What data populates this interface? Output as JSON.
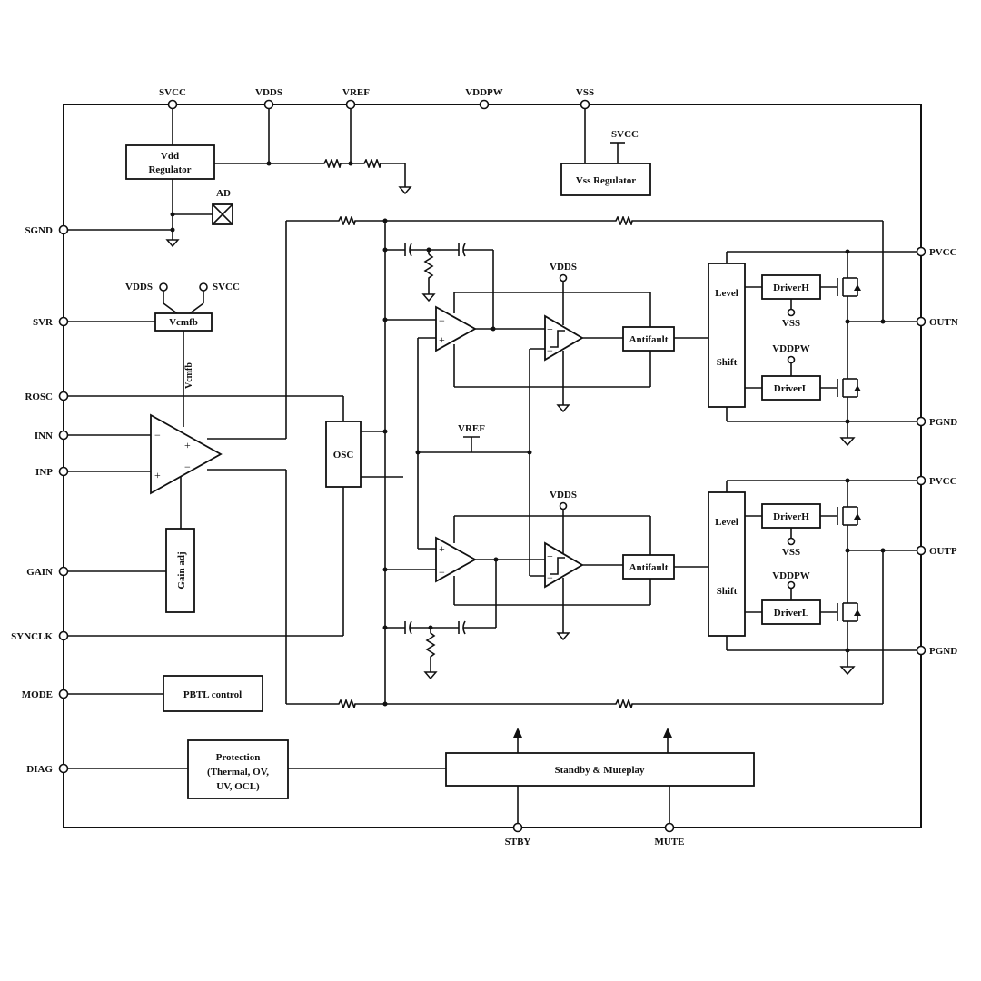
{
  "top_pins": {
    "svcc": "SVCC",
    "vdds": "VDDS",
    "vref": "VREF",
    "vddpw": "VDDPW",
    "vss": "VSS"
  },
  "left_pins": {
    "sgnd": "SGND",
    "svr": "SVR",
    "rosc": "ROSC",
    "inn": "INN",
    "inp": "INP",
    "gain": "GAIN",
    "synclk": "SYNCLK",
    "mode": "MODE",
    "diag": "DIAG"
  },
  "right_pins": {
    "pvcc_top": "PVCC",
    "outn": "OUTN",
    "pgnd_top": "PGND",
    "pvcc_bottom": "PVCC",
    "outp": "OUTP",
    "pgnd_bottom": "PGND"
  },
  "bottom_pins": {
    "stby": "STBY",
    "mute": "MUTE"
  },
  "blocks": {
    "vdd_regulator": [
      "Vdd",
      "Regulator"
    ],
    "vss_regulator": "Vss Regulator",
    "vss_reg_supply": "SVCC",
    "ad": "AD",
    "vcmfb": "Vcmfb",
    "vcmfb_vdds": "VDDS",
    "vcmfb_svcc": "SVCC",
    "vcmfb_wire": "Vcmfb",
    "osc": "OSC",
    "gain_adj": "Gain adj",
    "pbtl_control": "PBTL control",
    "protection": [
      "Protection",
      "(Thermal, OV,",
      "UV, OCL)"
    ],
    "standby": "Standby & Muteplay",
    "mid_vref": "VREF"
  },
  "channel_top": {
    "vdds": "VDDS",
    "antifault": "Antifault",
    "level": "Level",
    "shift": "Shift",
    "driver_h": "DriverH",
    "vss": "VSS",
    "vddpw": "VDDPW",
    "driver_l": "DriverL"
  },
  "channel_bottom": {
    "vdds": "VDDS",
    "antifault": "Antifault",
    "level": "Level",
    "shift": "Shift",
    "driver_h": "DriverH",
    "vss": "VSS",
    "vddpw": "VDDPW",
    "driver_l": "DriverL"
  },
  "amp_signs": {
    "plus": "+",
    "minus": "−"
  }
}
